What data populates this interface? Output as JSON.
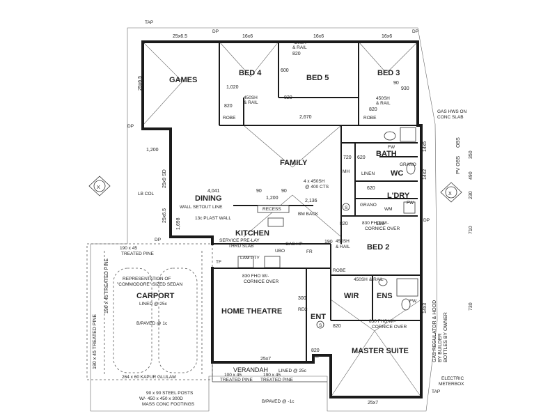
{
  "rooms": {
    "games": "GAMES",
    "bed4": "BED 4",
    "bed5": "BED 5",
    "bed3": "BED 3",
    "family": "FAMILY",
    "dining": "DINING",
    "kitchen": "KITCHEN",
    "bath": "BATH",
    "wc": "WC",
    "ldry": "L'DRY",
    "bed2": "BED 2",
    "carport": "CARPORT",
    "home_theatre": "HOME THEATRE",
    "ent": "ENT",
    "wir": "WIR",
    "ens": "ENS",
    "master_suite": "MASTER SUITE",
    "verandah": "VERANDAH"
  },
  "labels": {
    "tap": "TAP",
    "dp": "DP",
    "robe": "ROBE",
    "mh": "MH",
    "linen": "LINEN",
    "grano": "GRANO",
    "wm": "WM",
    "fw": "FW",
    "recess": "RECESS",
    "lam_pty": "LAM PTY",
    "fr": "FR",
    "ubo": "UBO",
    "gas_hp": "GAS HP",
    "lb_col": "LB COL",
    "pv_obs": "PV OBS",
    "obs": "OBS",
    "rec": "REC",
    "tf": "TF",
    "bm_back": "BM BACK",
    "wall_setout": "WALL SETOUT LINE",
    "plast_wall": "13c PLAST WALL"
  },
  "dims": {
    "d25x65": "25x6.5",
    "d16x6": "16x6",
    "d25x7": "25x7",
    "d1020": "1,020",
    "d820": "820",
    "d600": "600",
    "d930": "930",
    "d90": "90",
    "d2670": "2,670",
    "d1200": "1,200",
    "d4041": "4,041",
    "d2136": "2,136",
    "d1698": "1,698",
    "d720": "720",
    "d620": "620",
    "d190": "190",
    "d300": "300",
    "d14x5": "14x5",
    "d14x2": "14x2",
    "d14x3": "14x3",
    "d25x9": "25x9",
    "d350": "350",
    "d490": "490",
    "d230": "230",
    "d710": "710",
    "d730": "730",
    "d25x9sd": "25x9 SD",
    "d190x45": "190 x 45"
  },
  "notes": {
    "sh450": "450SH",
    "rail": "& RAIL",
    "sh4x450": "4 x 450SH",
    "cts400": "@ 400 CTS",
    "fho830": "830 FHO W/-",
    "cornice": "CORNICE OVER",
    "service": "SERVICE PRE-LAY",
    "thru_slab": "THRU SLAB",
    "gas_hws": "GAS HWS ON",
    "conc_slab": "CONC SLAB",
    "treated_pine": "190 x 45 TREATED PINE",
    "treated_pine_v": "190 x 45 TREATED PINE",
    "represent1": "REPRESENTATION OF",
    "represent2": "\"COMMODORE\" SIZED SEDAN",
    "lined25": "LINED @ 25c",
    "bpaved": "B/PAVED @ 1c",
    "kapur": "264 x 60 KAPUR GLULAM",
    "tp_short": "100 x 45",
    "tp_short2": "TREATED PINE",
    "tp_short3": "190 x 45",
    "posts1": "90 x 90 STEEL POSTS",
    "posts2": "W/- 450 x 450 x 300D",
    "posts3": "MASS CONC FOOTINGS",
    "bpaved2": "B/PAVED @ -1c",
    "gas_reg": "GAS REGULATOR & HOOD",
    "by_builder": "BY BUILDER",
    "bottles": "BOTTLES BY OWNER",
    "electric": "ELECTRIC",
    "meterbox": "METERBOX"
  },
  "compass": {
    "x_mark": "X"
  },
  "smoke": "S"
}
